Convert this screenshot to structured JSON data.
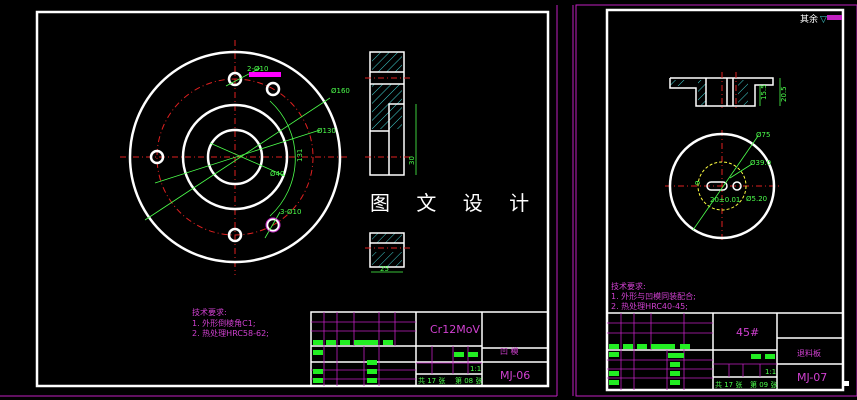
{
  "watermark": "图 文 设 计",
  "sheet_left": {
    "dimensions": {
      "hole_pattern": "2-Ø10",
      "d160": "Ø160",
      "d130": "Ø130",
      "d40": "Ø40",
      "angle": "131",
      "holes3": "3-Ø10",
      "height": "30",
      "width": "25"
    },
    "notes_title": "技术要求:",
    "notes": [
      "1. 外形倒棱角C1;",
      "2. 热处理HRC58-62;"
    ],
    "title_block": {
      "material": "Cr12MoV",
      "part_name": "凹 模",
      "drawing_no": "MJ-06",
      "scale": "1:1",
      "sheets_total": "共 17 张",
      "sheet_no": "第 08 张"
    }
  },
  "sheet_right": {
    "roughness_note": "其余",
    "dimensions": {
      "h1": "15.5",
      "h2": "20.5",
      "d75": "Ø75",
      "d39": "Ø39.0",
      "slot": "20±0.01",
      "d5": "Ø5.20",
      "s9": "9"
    },
    "notes_title": "技术要求:",
    "notes": [
      "1. 外形与凹模同装配合;",
      "2. 热处理HRC40-45;"
    ],
    "title_block": {
      "material": "45#",
      "part_name": "退料板",
      "drawing_no": "MJ-07",
      "scale": "1:1",
      "sheets_total": "共 17 张",
      "sheet_no": "第 09 张"
    }
  },
  "colors": {
    "outline": "#ffffff",
    "center": "#e02020",
    "dimension": "#4cff4c",
    "text": "#d040d0"
  }
}
